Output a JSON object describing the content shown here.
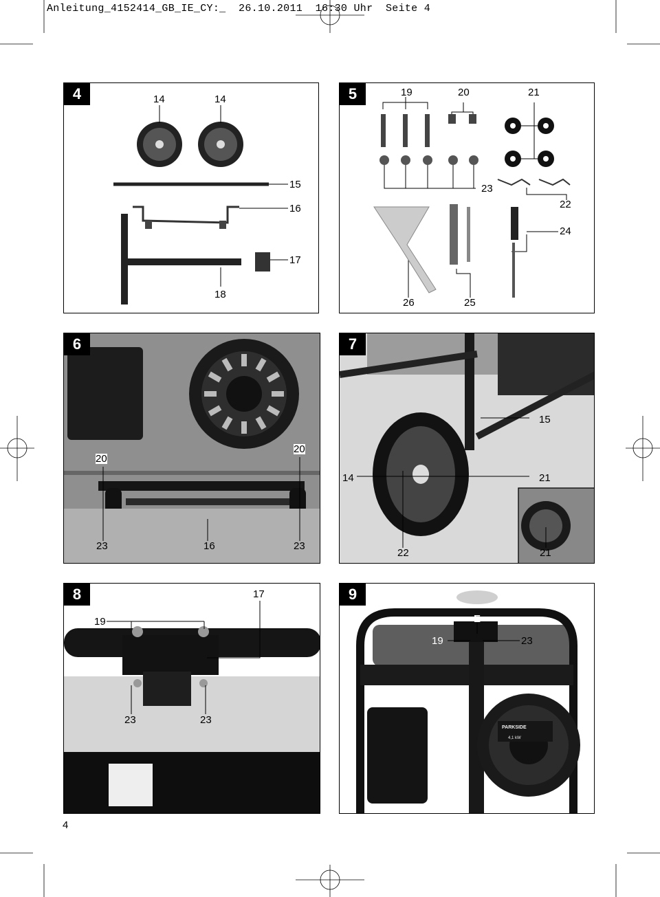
{
  "header": {
    "text": "Anleitung_4152414_GB_IE_CY:_  26.10.2011  16:30 Uhr  Seite 4"
  },
  "page_number": "4",
  "panels": {
    "p4": {
      "number": "4",
      "labels": {
        "a": "14",
        "b": "14",
        "c": "15",
        "d": "16",
        "e": "17",
        "f": "18"
      }
    },
    "p5": {
      "number": "5",
      "labels": {
        "a": "19",
        "b": "20",
        "c": "21",
        "d": "23",
        "e": "22",
        "f": "24",
        "g": "26",
        "h": "25"
      }
    },
    "p6": {
      "number": "6",
      "labels": {
        "a": "20",
        "b": "20",
        "c": "23",
        "d": "16",
        "e": "23"
      }
    },
    "p7": {
      "number": "7",
      "labels": {
        "a": "15",
        "b": "14",
        "c": "21",
        "d": "22",
        "e": "21"
      }
    },
    "p8": {
      "number": "8",
      "labels": {
        "a": "17",
        "b": "19",
        "c": "23",
        "d": "23"
      }
    },
    "p9": {
      "number": "9",
      "labels": {
        "a": "E",
        "b": "19",
        "c": "23"
      },
      "brand": "PARKSIDE",
      "rating": "4,1 kW"
    }
  }
}
